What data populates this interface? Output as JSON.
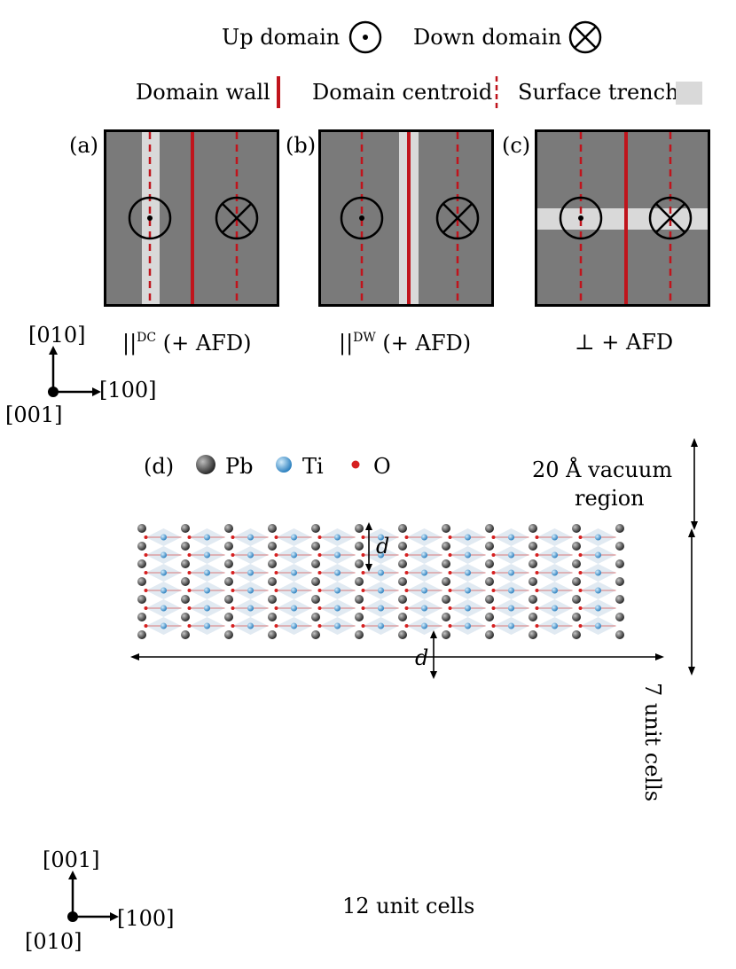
{
  "legend": {
    "up_domain": "Up domain",
    "down_domain": "Down domain",
    "domain_wall": "Domain wall",
    "domain_centroid": "Domain centroid",
    "surface_trench": "Surface trench"
  },
  "panels": [
    {
      "label": "(a)",
      "caption_main": "||",
      "caption_sup": "DC",
      "caption_rest": " (+ AFD)",
      "trench": "vertical-at-centroid"
    },
    {
      "label": "(b)",
      "caption_main": "||",
      "caption_sup": "DW",
      "caption_rest": " (+ AFD)",
      "trench": "vertical-at-wall"
    },
    {
      "label": "(c)",
      "caption_main": "⊥ + AFD",
      "caption_sup": "",
      "caption_rest": "",
      "trench": "horizontal"
    }
  ],
  "axes_top": {
    "up": "[010]",
    "right": "[100]",
    "origin": "[001]"
  },
  "axes_bottom": {
    "up": "[001]",
    "right": "[100]",
    "origin": "[010]"
  },
  "panel_d": {
    "label": "(d)",
    "species": [
      {
        "name": "Pb",
        "color": "#555555"
      },
      {
        "name": "Ti",
        "color": "#4fa3d8"
      },
      {
        "name": "O",
        "color": "#d62020"
      }
    ],
    "vacuum_label_1": "20 Å vacuum",
    "vacuum_label_2": "region",
    "height_label": "7 unit cells",
    "width_label": "12 unit cells",
    "d_label": "d"
  },
  "colors": {
    "panel_bg": "#7a7a7a",
    "trench": "#d9d9d9",
    "wall": "#c0141c",
    "octahedra": "#c9d8e8"
  }
}
